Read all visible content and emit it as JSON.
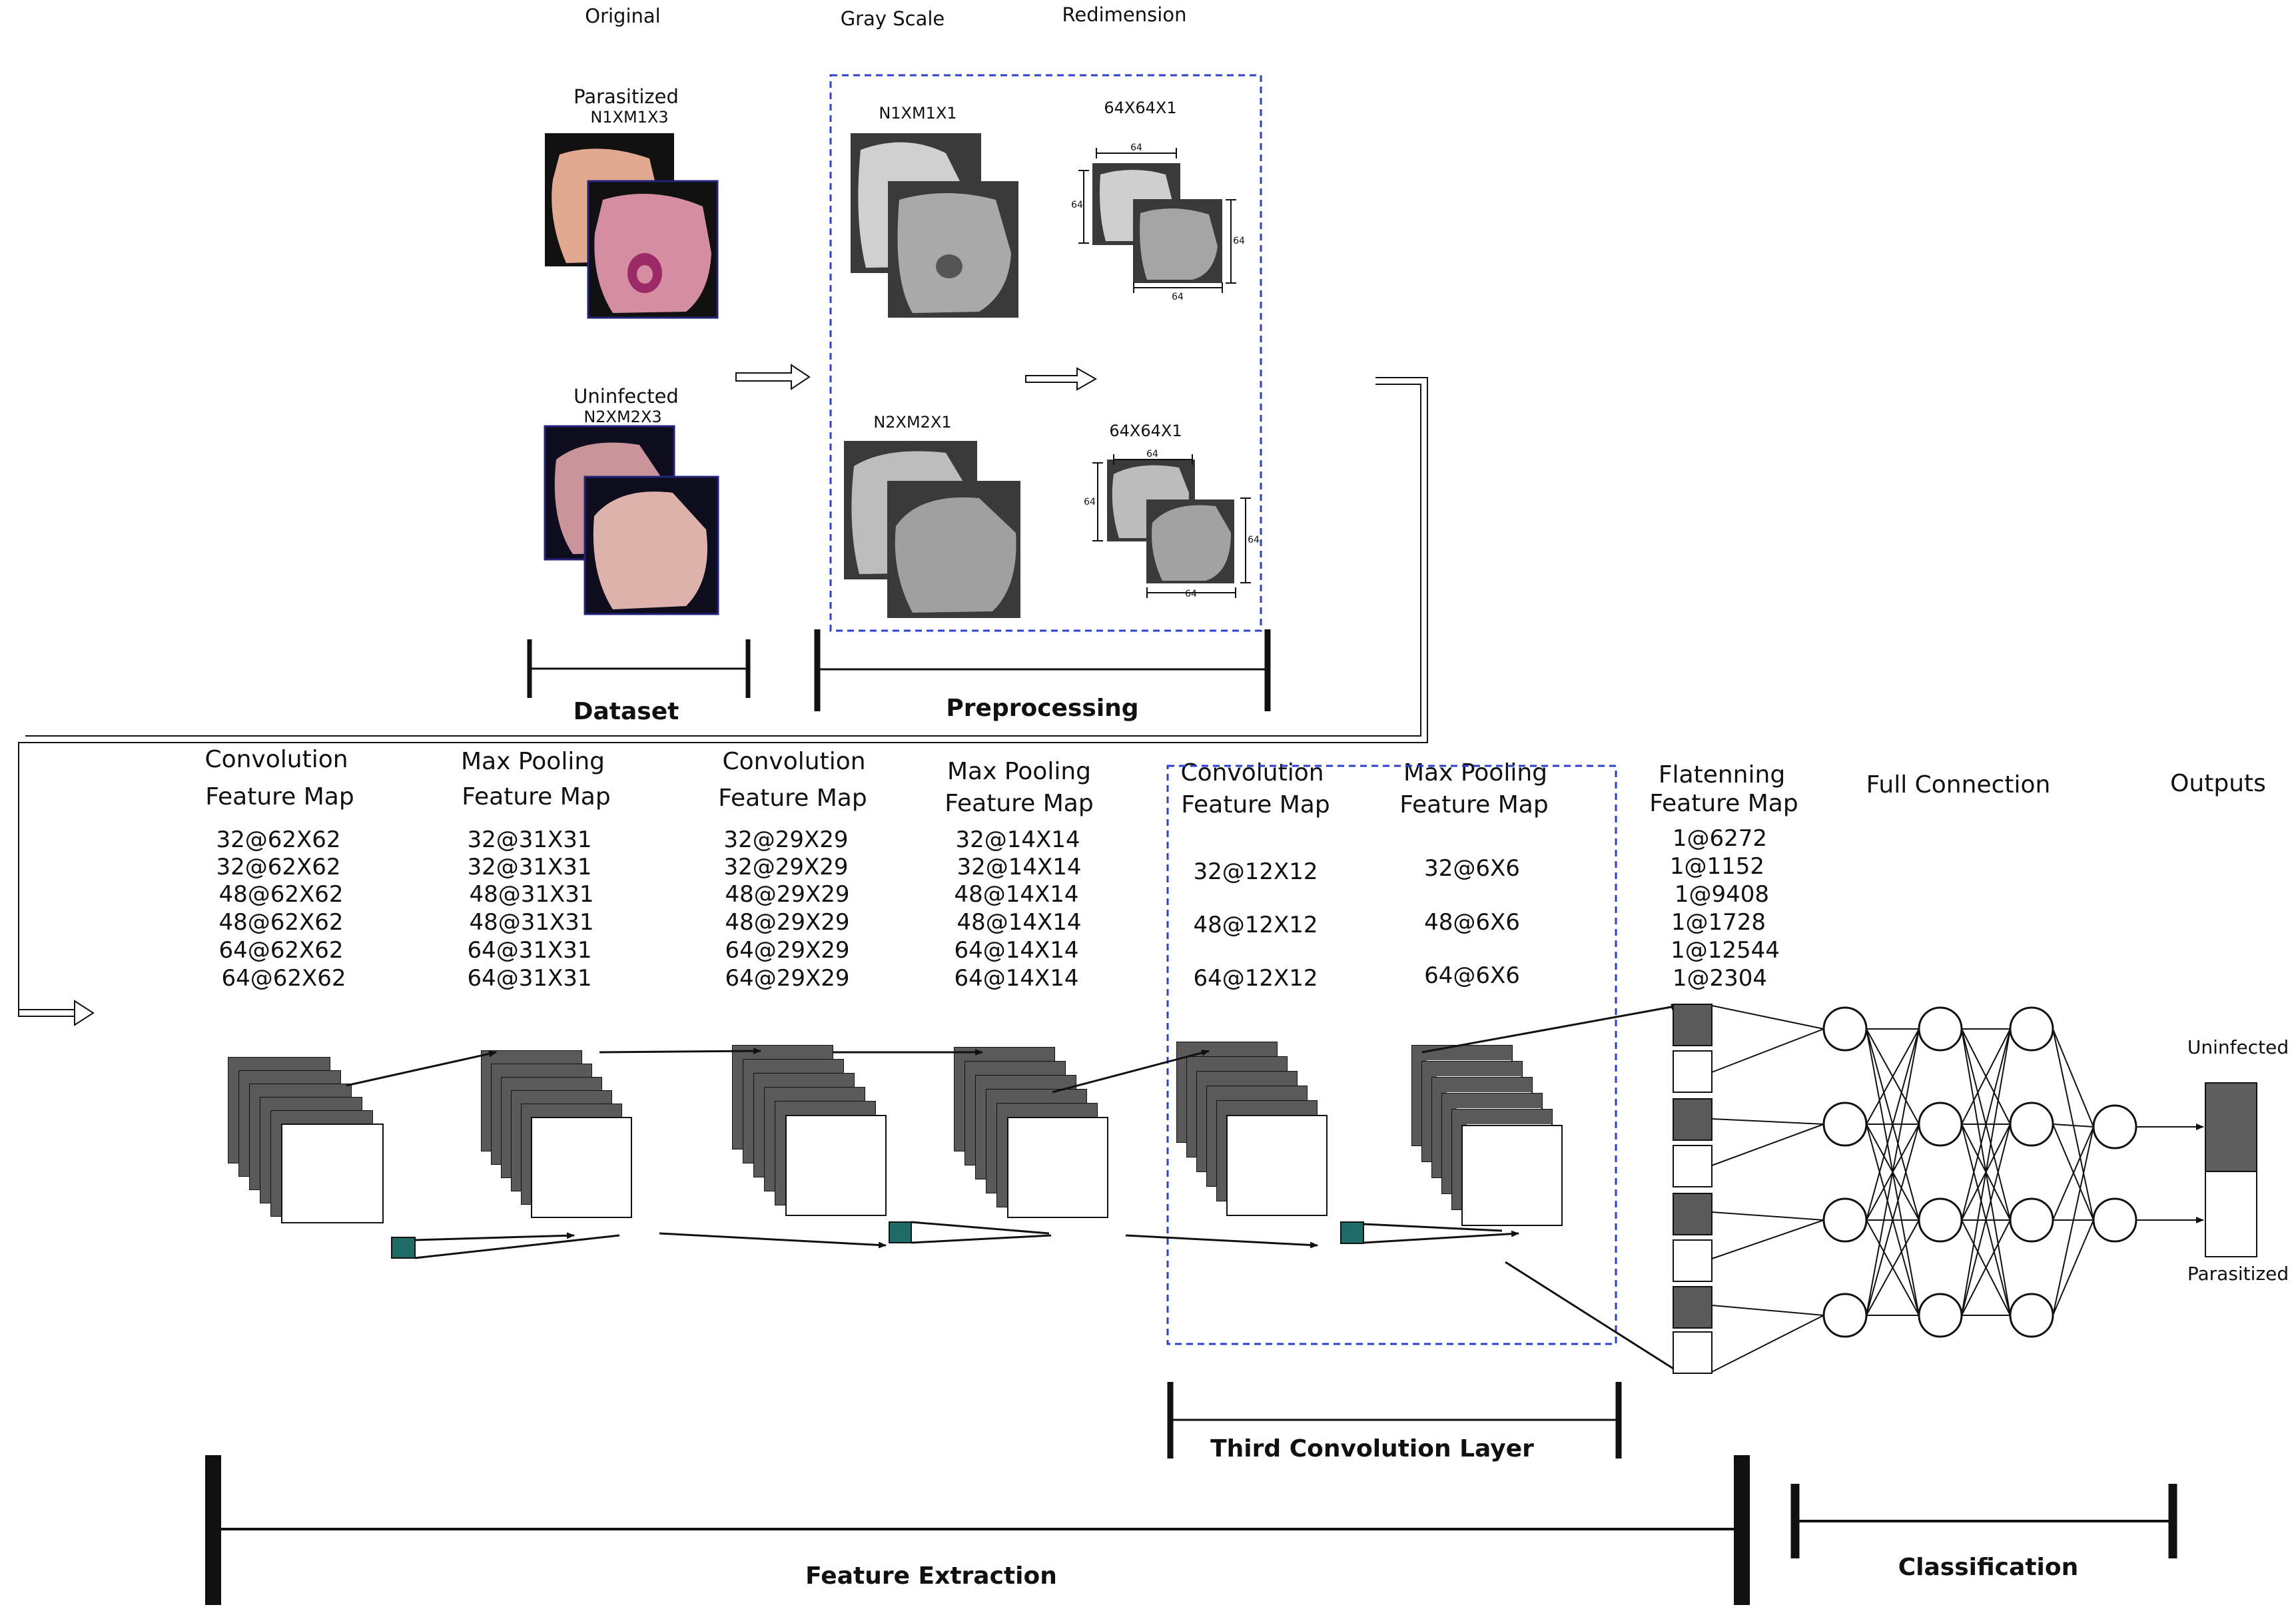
{
  "dataset": {
    "original_header": "Original",
    "parasitized_label": "Parasitized",
    "parasitized_dims": "N1XM1X3",
    "uninfected_label": "Uninfected",
    "uninfected_dims": "N2XM2X3",
    "bracket_label": "Dataset"
  },
  "preprocessing": {
    "grayscale_header": "Gray Scale",
    "redimension_header": "Redimension",
    "gray_dims_1": "N1XM1X1",
    "gray_dims_2": "N2XM2X1",
    "resized_dims_1": "64X64X1",
    "resized_dims_2": "64X64X1",
    "dim_tick": "64",
    "bracket_label": "Preprocessing"
  },
  "layers": [
    {
      "title": "Convolution",
      "subtitle": "Feature Map",
      "values": [
        "32@62X62",
        "32@62X62",
        "48@62X62",
        "48@62X62",
        "64@62X62",
        "64@62X62"
      ]
    },
    {
      "title": "Max Pooling",
      "subtitle": "Feature Map",
      "values": [
        "32@31X31",
        "32@31X31",
        "48@31X31",
        "48@31X31",
        "64@31X31",
        "64@31X31"
      ]
    },
    {
      "title": "Convolution",
      "subtitle": "Feature Map",
      "values": [
        "32@29X29",
        "32@29X29",
        "48@29X29",
        "48@29X29",
        "64@29X29",
        "64@29X29"
      ]
    },
    {
      "title": "Max Pooling",
      "subtitle": "Feature Map",
      "values": [
        "32@14X14",
        "32@14X14",
        "48@14X14",
        "48@14X14",
        "64@14X14",
        "64@14X14"
      ]
    },
    {
      "title": "Convolution",
      "subtitle": "Feature Map",
      "values": [
        "32@12X12",
        "48@12X12",
        "64@12X12"
      ]
    },
    {
      "title": "Max Pooling",
      "subtitle": "Feature Map",
      "values": [
        "32@6X6",
        "48@6X6",
        "64@6X6"
      ]
    },
    {
      "title": "Flatenning",
      "subtitle": "Feature Map",
      "values": [
        "1@6272",
        "1@1152",
        "1@9408",
        "1@1728",
        "1@12544",
        "1@2304"
      ]
    }
  ],
  "classifier": {
    "full_connection_label": "Full Connection",
    "outputs_label": "Outputs",
    "uninfected_label": "Uninfected",
    "parasitized_label": "Parasitized"
  },
  "brackets": {
    "third_conv": "Third Convolution Layer",
    "feature_extraction": "Feature Extraction",
    "classification": "Classification"
  },
  "colors": {
    "map_fill": "#5a5a5a",
    "kernel_fill": "#1e6b67",
    "dashed_box": "#2a3fd6",
    "output_dark": "#5f5f5f",
    "cell_pink": "#d99aa5",
    "cell_dark_pink": "#c86e8c",
    "cell_gray": "#b8b8b8"
  }
}
